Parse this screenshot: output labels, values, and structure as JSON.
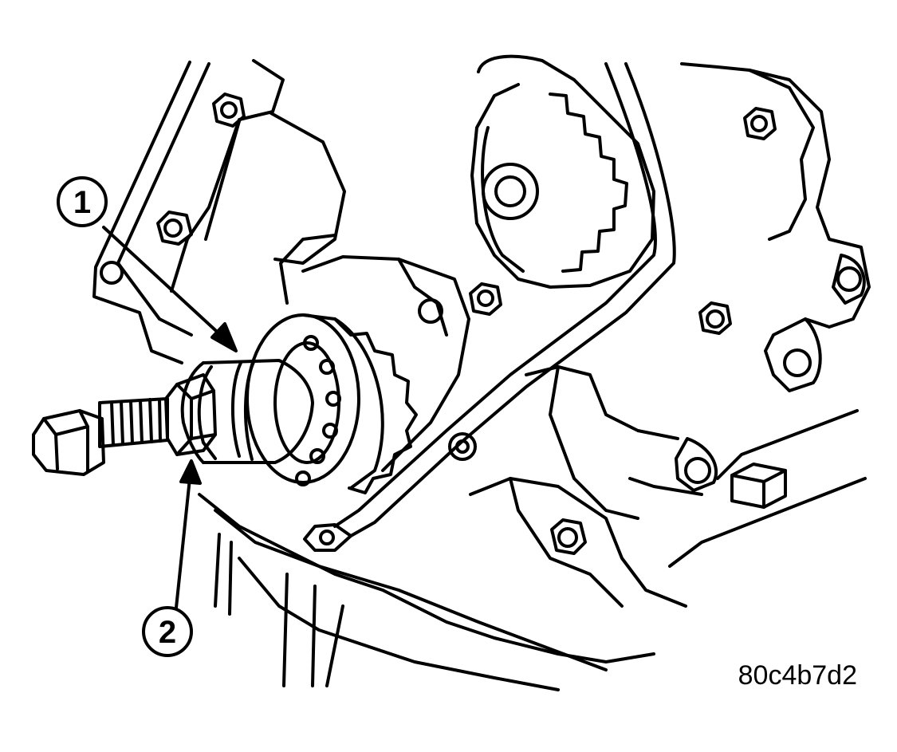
{
  "diagram": {
    "callouts": [
      {
        "number": "1",
        "target": "puller-tool"
      },
      {
        "number": "2",
        "target": "forcing-screw"
      }
    ],
    "figure_id": "80c4b7d2"
  },
  "colors": {
    "ink": "#000000",
    "paper": "#ffffff"
  }
}
